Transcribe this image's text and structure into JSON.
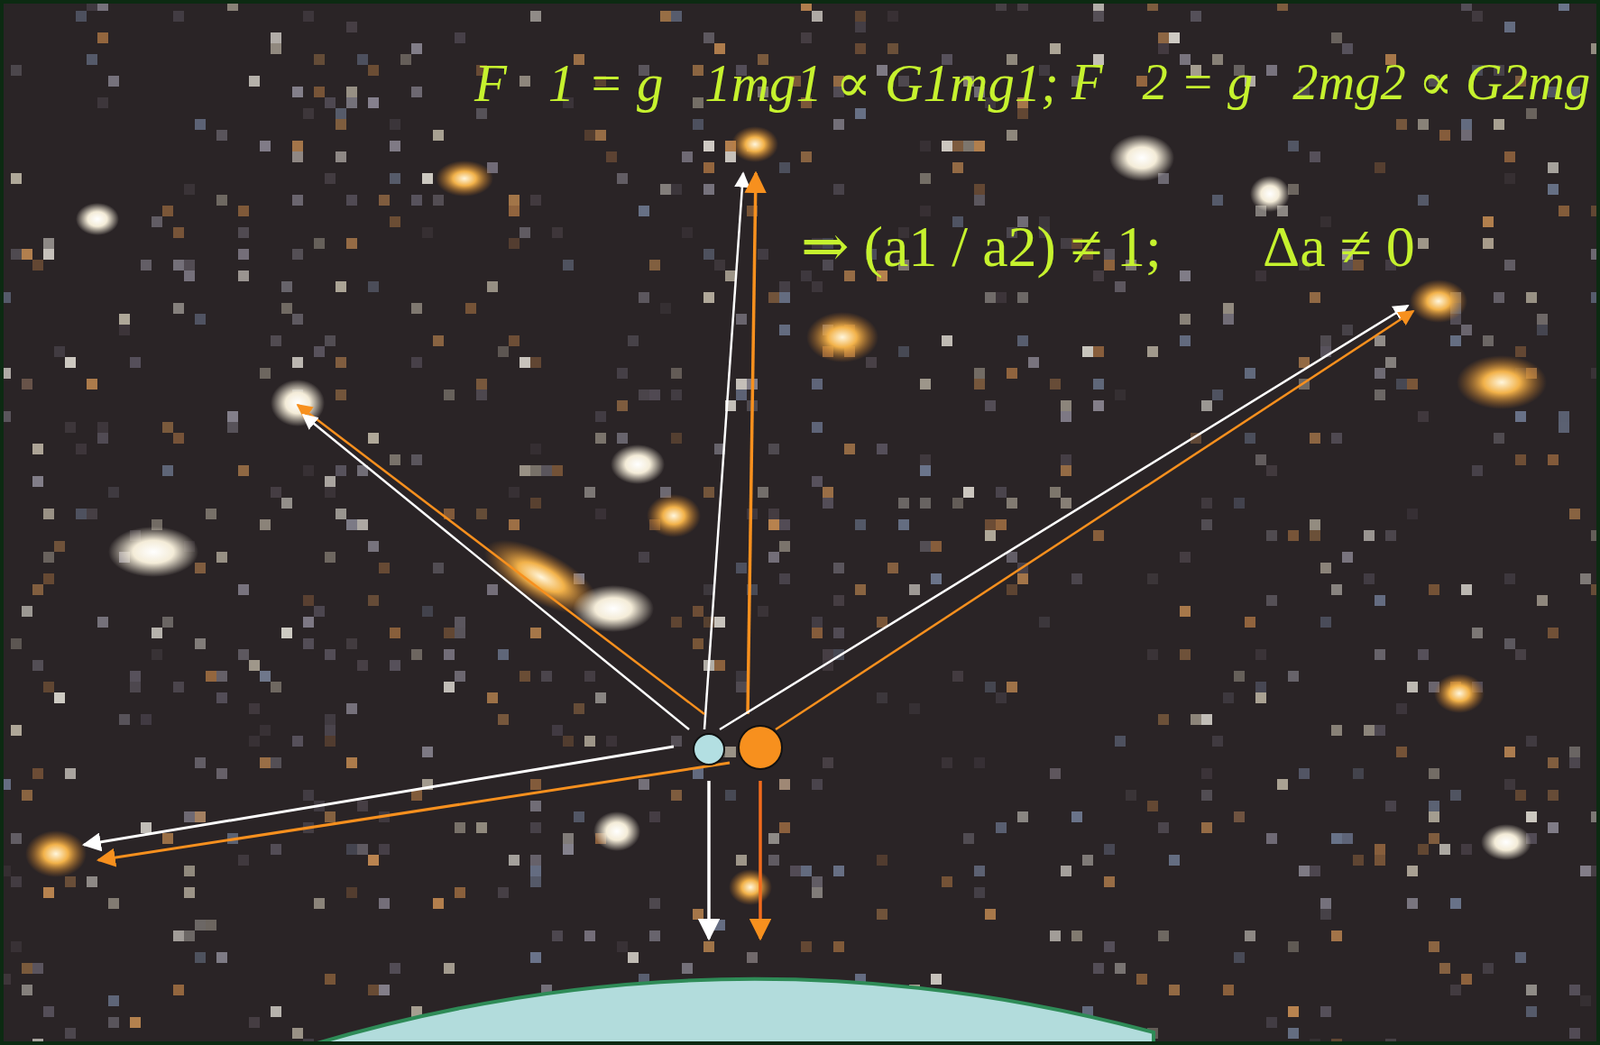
{
  "diagram": {
    "labels": [
      "F⃗1 = g⃗1mg1 ∝ G1mg1;",
      "F⃗2 = g⃗2mg2 ∝ G2mg",
      "⇒ (a1 / a2) ≠ 1;",
      "Δa ≠ 0"
    ]
  }
}
